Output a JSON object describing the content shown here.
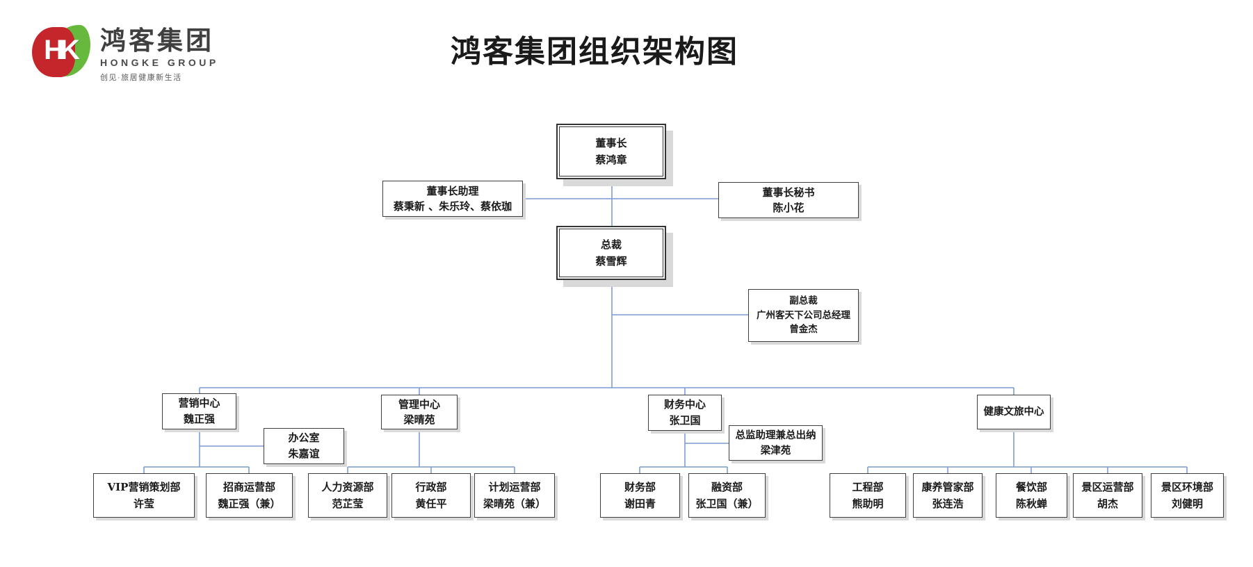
{
  "page": {
    "title": "鸿客集团组织架构图"
  },
  "logo": {
    "monogram": "HK",
    "name_cn": "鸿客集团",
    "name_en": "HONGKE GROUP",
    "tagline": "创见·旅居健康新生活",
    "colors": {
      "red": "#c4262c",
      "green": "#67b93e"
    }
  },
  "chart": {
    "line_color": "#7b9cd0",
    "nodes": {
      "chairman": {
        "title": "董事长",
        "name": "蔡鸿章"
      },
      "assistant": {
        "title": "董事长助理",
        "name": "蔡秉新 、朱乐玲、蔡依珈"
      },
      "secretary": {
        "title": "董事长秘书",
        "name": "陈小花"
      },
      "president": {
        "title": "总裁",
        "name": "蔡雪辉"
      },
      "vp": {
        "title": "副总裁",
        "subtitle": "广州客天下公司总经理",
        "name": "曾金杰"
      },
      "marketing_center": {
        "title": "营销中心",
        "name": "魏正强"
      },
      "office": {
        "title": "办公室",
        "name": "朱嘉谊"
      },
      "mgmt_center": {
        "title": "管理中心",
        "name": "梁晴苑"
      },
      "finance_center": {
        "title": "财务中心",
        "name": "张卫国"
      },
      "treasurer": {
        "title": "总监助理兼总出纳",
        "name": "梁津苑"
      },
      "health_center": {
        "title": "健康文旅中心"
      },
      "vip_dept": {
        "title": "VIP营销策划部",
        "name": "许莹"
      },
      "investment_dept": {
        "title": "招商运营部",
        "name": "魏正强（兼）"
      },
      "hr_dept": {
        "title": "人力资源部",
        "name": "范芷莹"
      },
      "admin_dept": {
        "title": "行政部",
        "name": "黄任平"
      },
      "planning_dept": {
        "title": "计划运营部",
        "name": "梁晴苑（兼）"
      },
      "finance_dept": {
        "title": "财务部",
        "name": "谢田青"
      },
      "financing_dept": {
        "title": "融资部",
        "name": "张卫国（兼）"
      },
      "engineering_dept": {
        "title": "工程部",
        "name": "熊助明"
      },
      "wellness_dept": {
        "title": "康养管家部",
        "name": "张连浩"
      },
      "catering_dept": {
        "title": "餐饮部",
        "name": "陈秋蝉"
      },
      "scenic_ops_dept": {
        "title": "景区运营部",
        "name": "胡杰"
      },
      "scenic_env_dept": {
        "title": "景区环境部",
        "name": "刘健明"
      }
    }
  }
}
